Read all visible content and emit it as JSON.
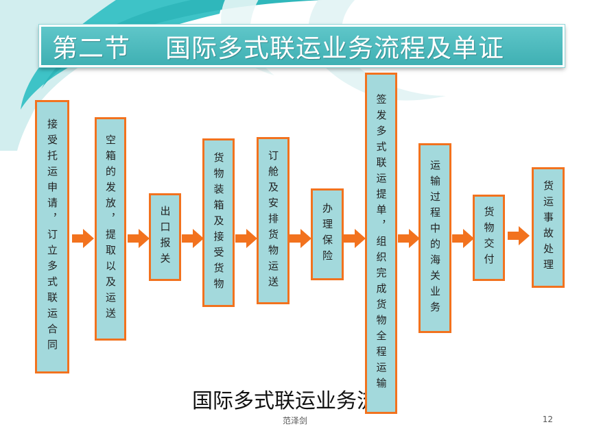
{
  "slide": {
    "title": "第二节    国际多式联运业务流程及单证",
    "caption": "国际多式联运业务流程",
    "footer": "范泽剑",
    "page_number": "12"
  },
  "steps": [
    {
      "label": "接受托运申请，订立多式联运合同"
    },
    {
      "label": "空箱的发放，提取以及运送"
    },
    {
      "label": "出口报关"
    },
    {
      "label": "货物装箱及接受货物"
    },
    {
      "label": "订舱及安排货物运送"
    },
    {
      "label": "办理保险"
    },
    {
      "label": "签发多式联运提单，组织完成货物全程运输"
    },
    {
      "label": "运输过程中的海关业务"
    },
    {
      "label": "货物交付"
    },
    {
      "label": "货运事故处理"
    }
  ],
  "colors": {
    "box_fill": "#a3d9dc",
    "box_border": "#f2721e",
    "arrow": "#f2721e",
    "title_bar": "#4bbabd"
  }
}
